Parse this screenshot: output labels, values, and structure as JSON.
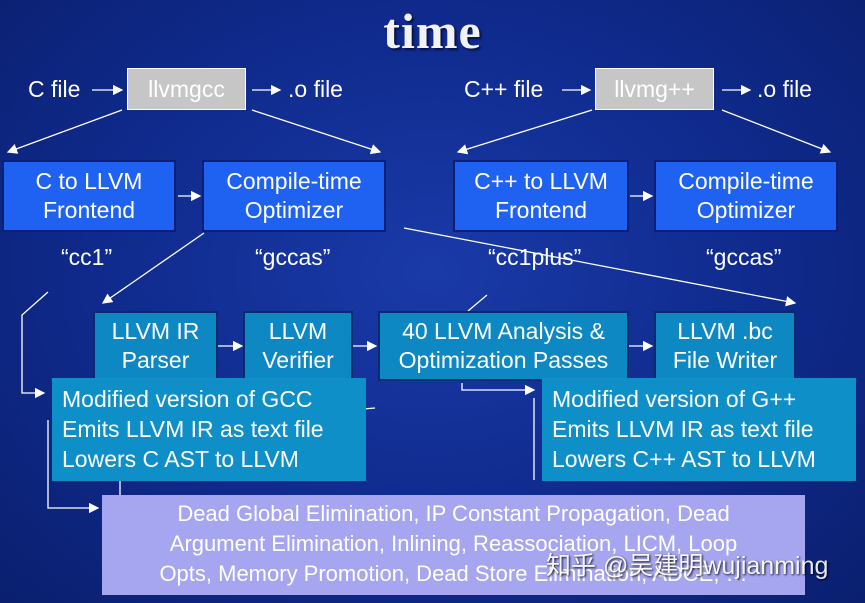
{
  "title": "time",
  "top_left": {
    "input": "C file",
    "tool": "llvmgcc",
    "output": ".o file"
  },
  "top_right": {
    "input": "C++ file",
    "tool": "llvmg++",
    "output": ".o file"
  },
  "frontends": {
    "c_frontend": [
      "C to LLVM",
      "Frontend"
    ],
    "c_optimizer": [
      "Compile-time",
      "Optimizer"
    ],
    "cpp_frontend": [
      "C++ to LLVM",
      "Frontend"
    ],
    "cpp_optimizer": [
      "Compile-time",
      "Optimizer"
    ]
  },
  "tool_names": {
    "cc1": "“cc1”",
    "gccas_left": "“gccas”",
    "cc1plus": "“cc1plus”",
    "gccas_right": "“gccas”"
  },
  "pipeline": {
    "parser": [
      "LLVM IR",
      "Parser"
    ],
    "verifier": [
      "LLVM",
      "Verifier"
    ],
    "passes": [
      "40 LLVM Analysis &",
      "Optimization Passes"
    ],
    "writer": [
      "LLVM .bc",
      "File Writer"
    ]
  },
  "notes": {
    "gcc": [
      "Modified version of GCC",
      "Emits LLVM IR as text file",
      "Lowers C AST to LLVM"
    ],
    "gpp": [
      "Modified version of G++",
      "Emits LLVM IR as text file",
      "Lowers C++ AST to LLVM"
    ]
  },
  "passes_list": [
    "Dead Global Elimination, IP Constant Propagation, Dead",
    "Argument Elimination, Inlining, Reassociation, LICM, Loop",
    "Opts, Memory Promotion, Dead Store Elimination, ADCE, …"
  ],
  "watermark": "知乎 @吴建明wujianming"
}
